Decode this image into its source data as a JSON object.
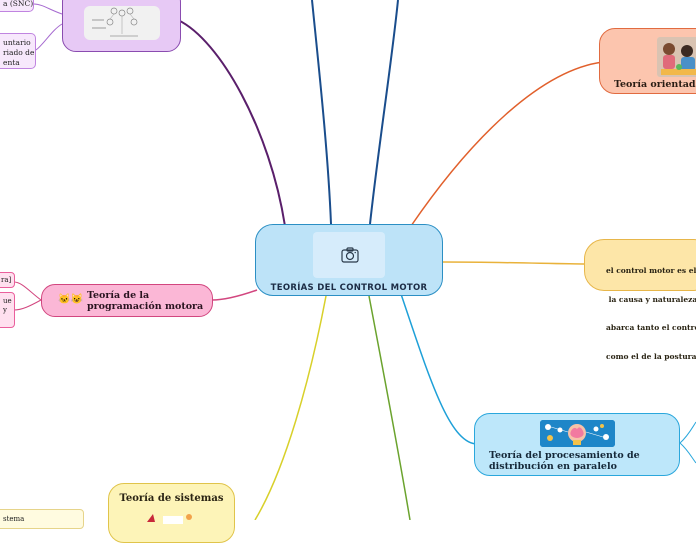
{
  "central_topic": {
    "label": "TEORÍAS DEL CONTROL MOTOR",
    "image_icon": "camera-icon"
  },
  "branches": {
    "orientada": {
      "label": "Teoría orientada",
      "color": "#e16b40"
    },
    "definicion": {
      "lines": [
        "el control motor es el e",
        " la causa y naturaleza d",
        "abarca tanto el control",
        "como el de la postura"
      ],
      "color": "#e7b64a"
    },
    "paralelo": {
      "label_lines": [
        "Teoría del procesamiento de",
        "distribución en paralelo"
      ],
      "color": "#2aa7dc"
    },
    "sistemas": {
      "label": "Teoría de sistemas",
      "leaf": "stema",
      "color": "#e0c44a"
    },
    "programacion": {
      "label_lines": [
        "Teoría de la",
        "programación motora"
      ],
      "emoji": "🐱😺",
      "leaves": [
        {
          "lines": [
            "ra]"
          ]
        },
        {
          "lines": [
            "ue",
            " y"
          ]
        }
      ],
      "color": "#d2467f"
    },
    "purple": {
      "leaves": [
        {
          "lines": [
            "a (SNC)"
          ]
        },
        {
          "lines": [
            "untario",
            "riado de",
            "enta"
          ]
        }
      ],
      "color": "#8a4cb0"
    }
  },
  "colors": {
    "central_fill": "#bde3f8",
    "central_border": "#2b8fc4",
    "blue_line": "#1a4d8c",
    "green_line": "#6ba32e"
  }
}
